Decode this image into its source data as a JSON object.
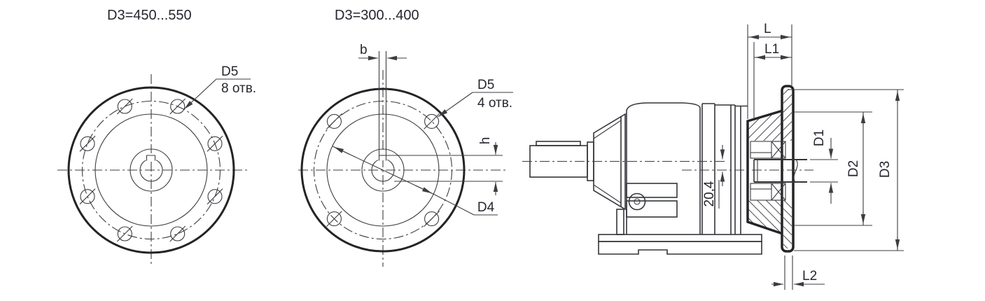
{
  "drawing": {
    "background": "#ffffff",
    "line_color": "#3c3d41",
    "outline_color": "#232427",
    "text_color": "#26272e",
    "views": {
      "left_flange": {
        "title": "D3=450...550",
        "holes_label": "D5",
        "holes_count_note": "8 отв."
      },
      "middle_flange": {
        "title": "D3=300...400",
        "holes_label": "D5",
        "holes_count_note": "4 отв.",
        "keyway_width_label": "b",
        "keyway_height_label": "h",
        "spigot_diameter_label": "D4"
      },
      "side_section": {
        "flange_length_label": "L",
        "hub_length_label": "L1",
        "plate_thickness_label": "L2",
        "shaft_diameter_label": "D1",
        "pilot_diameter_label": "D2",
        "flange_diameter_label": "D3",
        "axis_offset_value": "20,4"
      }
    }
  }
}
